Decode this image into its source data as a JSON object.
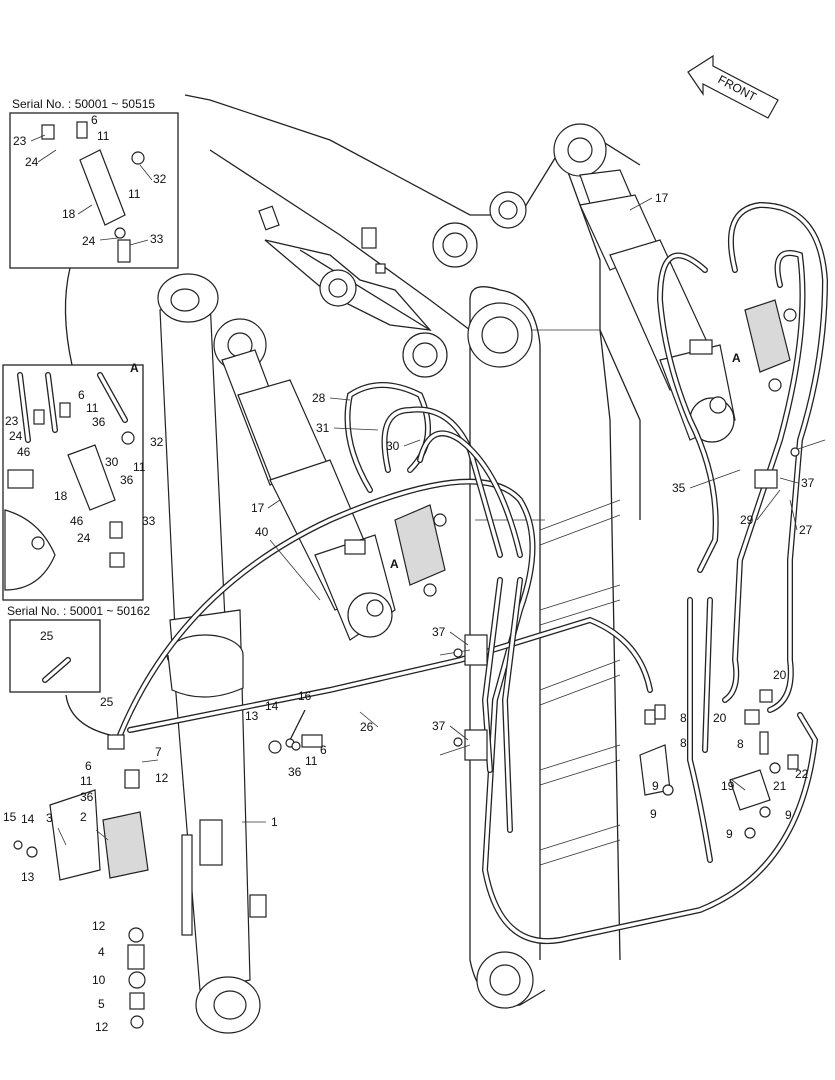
{
  "captions": {
    "serial_top": "Serial No. : 50001 ~ 50515",
    "serial_bottom": "Serial No. : 50001 ~ 50162",
    "detail_a": "A",
    "front": "FRONT"
  },
  "callouts": {
    "c1": "1",
    "c2": "2",
    "c3": "3",
    "c4": "4",
    "c5": "5",
    "c6": "6",
    "c7": "7",
    "c8": "8",
    "c9": "9",
    "c10": "10",
    "c11": "11",
    "c12": "12",
    "c13": "13",
    "c14": "14",
    "c15": "15",
    "c16": "16",
    "c17": "17",
    "c18": "18",
    "c19": "19",
    "c20": "20",
    "c21": "21",
    "c22": "22",
    "c23": "23",
    "c24": "24",
    "c25": "25",
    "c26": "26",
    "c27": "27",
    "c28": "28",
    "c29": "29",
    "c30": "30",
    "c31": "31",
    "c32": "32",
    "c33": "33",
    "c35": "35",
    "c36": "36",
    "c37": "37",
    "c40": "40",
    "c46": "46"
  }
}
